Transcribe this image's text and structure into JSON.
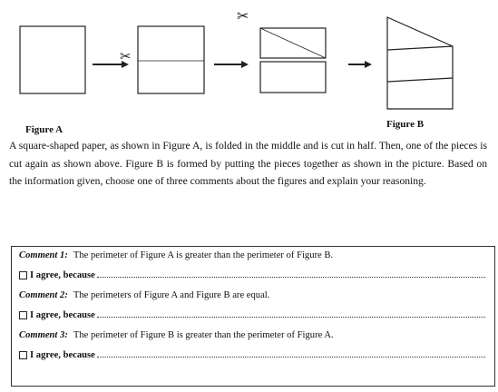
{
  "figures": {
    "figure_a_label": "Figure A",
    "figure_b_label": "Figure B"
  },
  "problem_text": "A square-shaped paper, as shown in Figure A, is folded in the middle and is cut in half. Then, one of the pieces is cut again as shown above. Figure B is formed by putting the pieces together as shown in the picture. Based on the information given, choose one of three comments about the figures and explain your reasoning.",
  "comments": [
    {
      "label": "Comment 1:",
      "text": "The perimeter of Figure A is greater than the perimeter of Figure B.",
      "agree": "I agree, because"
    },
    {
      "label": "Comment 2:",
      "text": "The perimeters of Figure A and Figure B are equal.",
      "agree": "I agree, because"
    },
    {
      "label": "Comment 3:",
      "text": "The perimeter of Figure B is greater than the perimeter of Figure A.",
      "agree": "I agree, because"
    }
  ]
}
